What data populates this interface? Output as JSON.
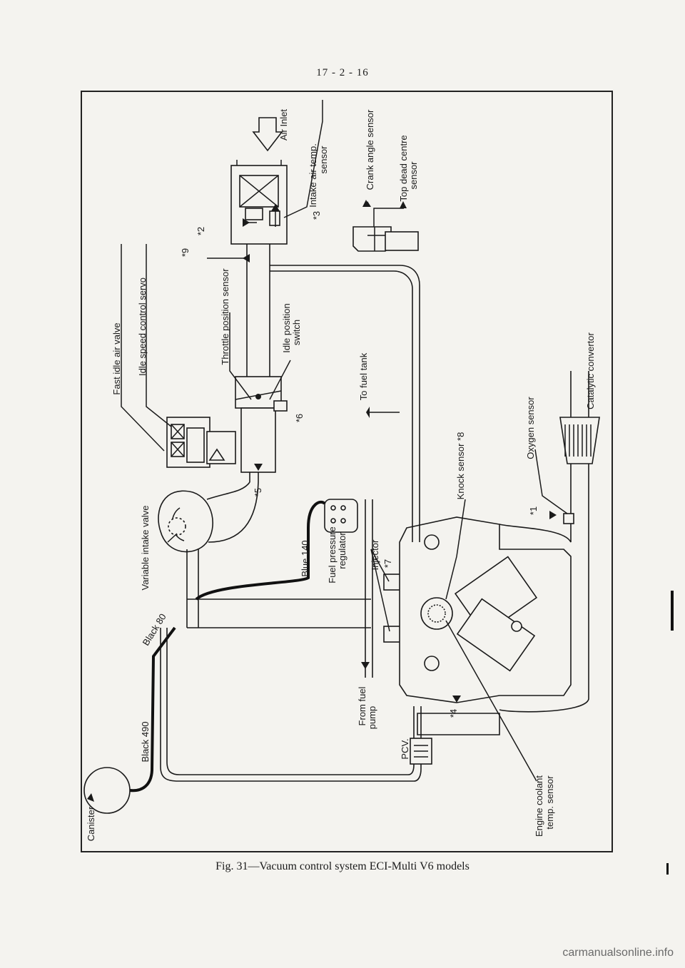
{
  "page_number": "17 - 2 - 16",
  "caption": "Fig. 31—Vacuum control system ECI-Multi V6 models",
  "watermark": "carmanualsonline.info",
  "labels": {
    "air_inlet": "Air Inlet",
    "intake_air_temp_sensor_1": "Intake air temp.",
    "intake_air_temp_sensor_2": "sensor",
    "crank_angle_sensor": "Crank angle sensor",
    "top_dead_centre_sensor_1": "Top dead centre",
    "top_dead_centre_sensor_2": "sensor",
    "fast_idle_air_valve": "Fast idle air valve",
    "idle_speed_control_servo": "Idle speed control servo",
    "throttle_position_sensor": "Throttle position sensor",
    "idle_position_switch_1": "Idle position",
    "idle_position_switch_2": "switch",
    "to_fuel_tank": "To fuel tank",
    "oxygen_sensor": "Oxygen sensor",
    "catalytic_convertor": "Catalytic convertor",
    "knock_sensor": "Knock sensor *8",
    "variable_intake_valve": "Variable intake valve",
    "blue_140": "Blue 140",
    "fuel_pressure_regulator_1": "Fuel pressure",
    "fuel_pressure_regulator_2": "regulator",
    "injector": "Injector",
    "black_80": "Black 80",
    "black_490": "Black 490",
    "from_fuel_pump_1": "From fuel",
    "from_fuel_pump_2": "pump",
    "pcv": "PCV.",
    "canister": "Canister",
    "engine_coolant_1": "Engine coolant",
    "engine_coolant_2": "temp. sensor"
  },
  "refs": {
    "r1": "*1",
    "r2": "*2",
    "r3": "*3",
    "r4": "*4",
    "r5": "*5",
    "r6": "*6",
    "r7": "*7",
    "r9": "*9"
  }
}
